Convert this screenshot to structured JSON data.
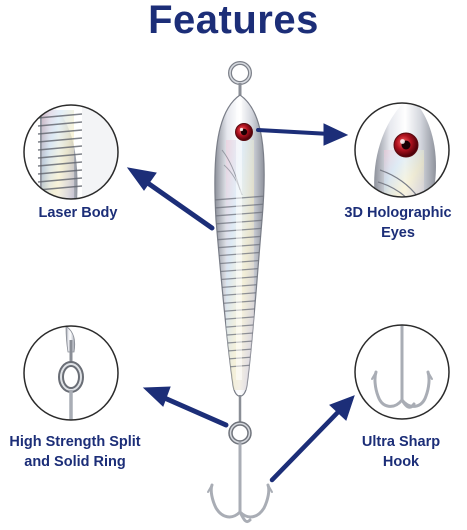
{
  "page": {
    "title": "Features"
  },
  "features": {
    "laser_body": {
      "line1": "Laser Body"
    },
    "eyes": {
      "line1": "3D Holographic",
      "line2": "Eyes"
    },
    "ring": {
      "line1": "High Strength Split",
      "line2": "and Solid Ring"
    },
    "hook": {
      "line1": "Ultra Sharp",
      "line2": "Hook"
    }
  },
  "colors": {
    "heading": "#1c2e78",
    "arrow": "#1c2e78",
    "circle_border": "#2b2b2b",
    "lure_silver": "#c9ccd4",
    "eye_red": "#b0121f"
  },
  "icons": {
    "product": "fishing-jig-lure",
    "arrows": "pointer-arrow"
  }
}
